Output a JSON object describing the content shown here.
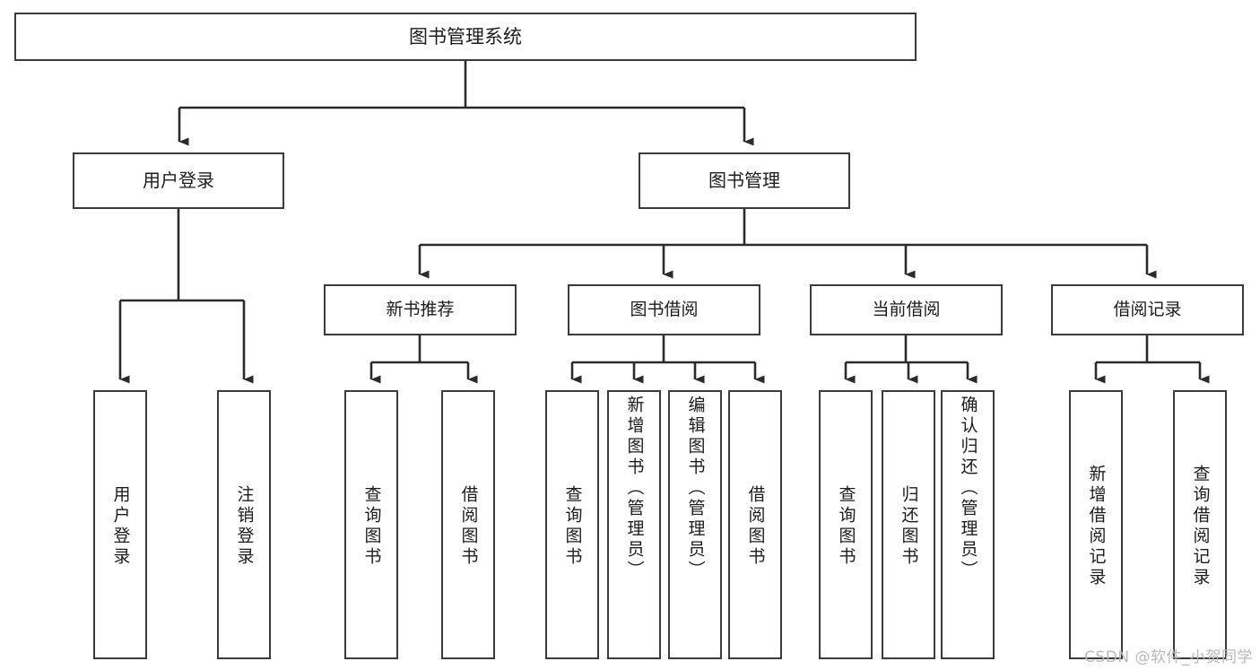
{
  "diagram": {
    "type": "hierarchy-tree",
    "title": "图书管理系统",
    "root": {
      "label": "图书管理系统"
    },
    "level1": [
      {
        "label": "用户登录"
      },
      {
        "label": "图书管理"
      }
    ],
    "level2": [
      {
        "label": "新书推荐"
      },
      {
        "label": "图书借阅"
      },
      {
        "label": "当前借阅"
      },
      {
        "label": "借阅记录"
      }
    ],
    "leaves": [
      {
        "label": "用户登录"
      },
      {
        "label": "注销登录"
      },
      {
        "label": "查询图书"
      },
      {
        "label": "借阅图书"
      },
      {
        "label": "查询图书"
      },
      {
        "label": "新增图书（管理员）"
      },
      {
        "label": "编辑图书（管理员）"
      },
      {
        "label": "借阅图书"
      },
      {
        "label": "查询图书"
      },
      {
        "label": "归还图书"
      },
      {
        "label": "确认归还（管理员）"
      },
      {
        "label": "新增借阅记录"
      },
      {
        "label": "查询借阅记录"
      }
    ],
    "watermark": "CSDN @软件_小贺同学",
    "colors": {
      "stroke": "#3b3b3b",
      "fill": "#ffffff",
      "text": "#1c1c1c",
      "watermark": "#b9b9b9"
    }
  }
}
